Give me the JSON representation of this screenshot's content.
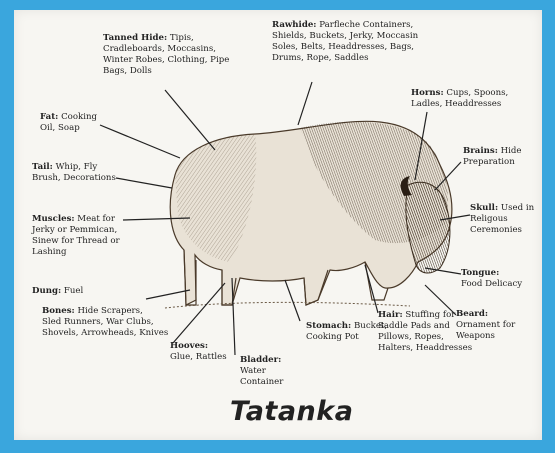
{
  "title": "Tatanka",
  "labels": {
    "tanned_hide": {
      "name": "Tanned Hide:",
      "desc": " Tipis,\nCradleboards, Moccasins,\nWinter Robes, Clothing, Pipe\nBags, Dolls"
    },
    "rawhide": {
      "name": "Rawhide:",
      "desc": " Parfleche Containers,\nShields, Buckets, Jerky, Moccasin\nSoles, Belts, Headdresses, Bags,\nDrums, Rope, Saddles"
    },
    "horns": {
      "name": "Horns:",
      "desc": " Cups, Spoons,\nLadles, Headdresses"
    },
    "fat": {
      "name": "Fat:",
      "desc": " Cooking\nOil, Soap"
    },
    "brains": {
      "name": "Brains:",
      "desc": " Hide\nPreparation"
    },
    "tail": {
      "name": "Tail:",
      "desc": " Whip, Fly\nBrush, Decorations"
    },
    "skull": {
      "name": "Skull:",
      "desc": " Used in\nReligous\nCeremonies"
    },
    "muscles": {
      "name": "Muscles:",
      "desc": " Meat for\nJerky or Pemmican,\nSinew for Thread or\nLashing"
    },
    "tongue": {
      "name": "Tongue:",
      "desc": "\nFood Delicacy"
    },
    "dung": {
      "name": "Dung:",
      "desc": " Fuel"
    },
    "beard": {
      "name": "Beard:",
      "desc": "\nOrnament for\nWeapons"
    },
    "bones": {
      "name": "Bones:",
      "desc": " Hide Scrapers,\nSled Runners, War Clubs,\nShovels, Arrowheads, Knives"
    },
    "hair": {
      "name": "Hair:",
      "desc": " Stuffing for\nSaddle Pads and\nPillows, Ropes,\nHalters, Headdresses"
    },
    "hooves": {
      "name": "Hooves:",
      "desc": "\nGlue, Rattles"
    },
    "bladder": {
      "name": "Bladder:",
      "desc": "\nWater\nContainer"
    },
    "stomach": {
      "name": "Stomach:",
      "desc": " Bucket,\nCooking Pot"
    }
  }
}
